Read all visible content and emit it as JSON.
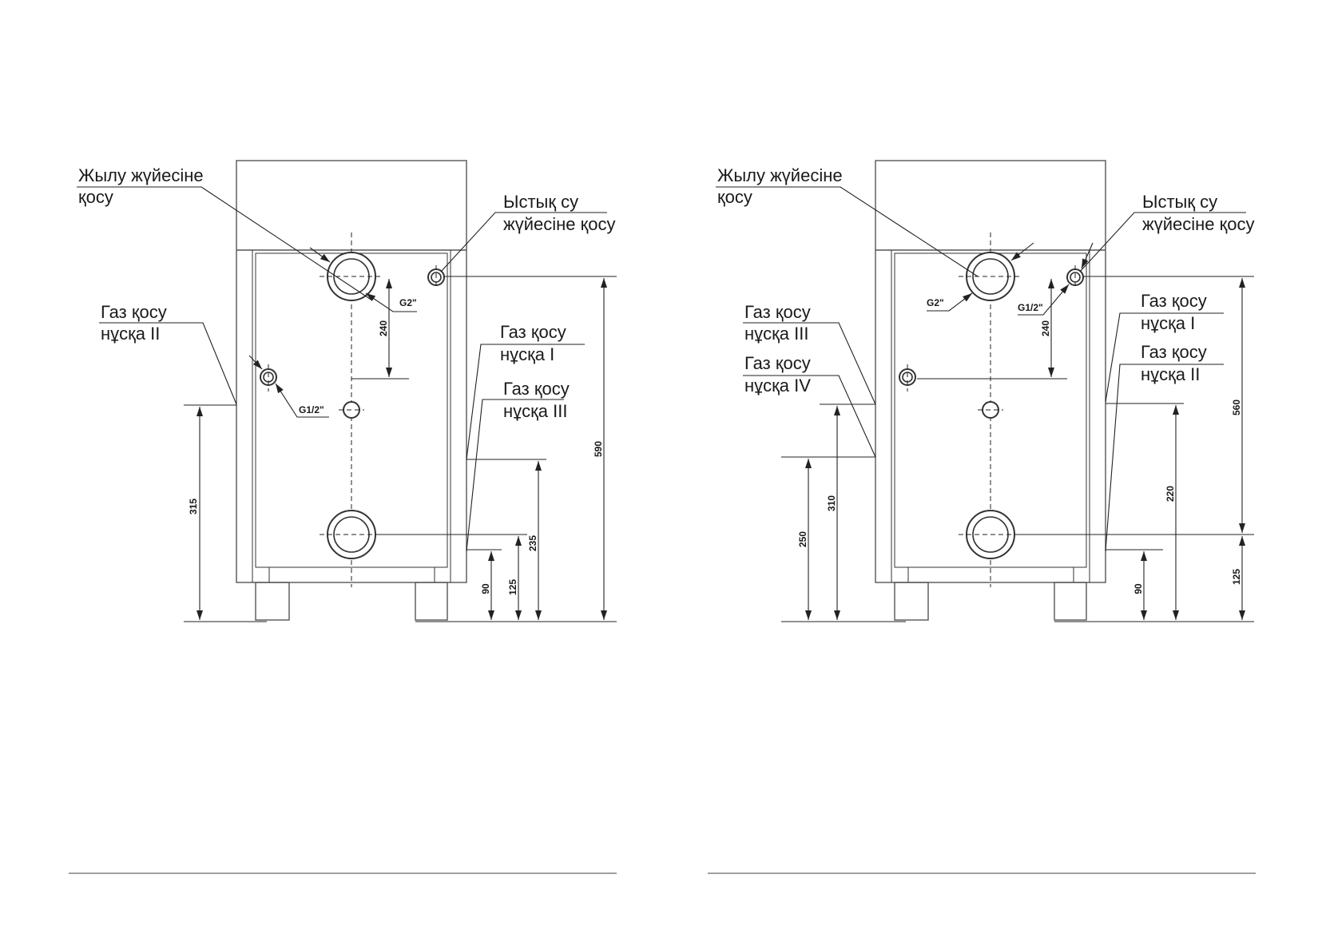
{
  "left_view": {
    "labels": {
      "heating": [
        "Жылу жүйесіне",
        "қосу"
      ],
      "hot_water": [
        "Ыстық су",
        "жүйесіне қосу"
      ],
      "gas_2": [
        "Газ қосу",
        "нұсқа II"
      ],
      "gas_1": [
        "Газ қосу",
        "нұсқа I"
      ],
      "gas_3": [
        "Газ қосу",
        "нұсқа III"
      ]
    },
    "threads": {
      "large": "G2\"",
      "small": "G1/2\""
    },
    "dimensions": {
      "d240": "240",
      "d315": "315",
      "d590": "590",
      "d235": "235",
      "d125": "125",
      "d90": "90"
    }
  },
  "right_view": {
    "labels": {
      "heating": [
        "Жылу жүйесіне",
        "қосу"
      ],
      "hot_water": [
        "Ыстық су",
        "жүйесіне қосу"
      ],
      "gas_3": [
        "Газ қосу",
        "нұсқа III"
      ],
      "gas_4": [
        "Газ қосу",
        "нұсқа IV"
      ],
      "gas_1": [
        "Газ қосу",
        "нұсқа I"
      ],
      "gas_2": [
        "Газ қосу",
        "нұсқа II"
      ]
    },
    "threads": {
      "large": "G2\"",
      "small": "G1/2\""
    },
    "dimensions": {
      "d240": "240",
      "d250": "250",
      "d310": "310",
      "d560": "560",
      "d220": "220",
      "d125": "125",
      "d90": "90"
    }
  }
}
